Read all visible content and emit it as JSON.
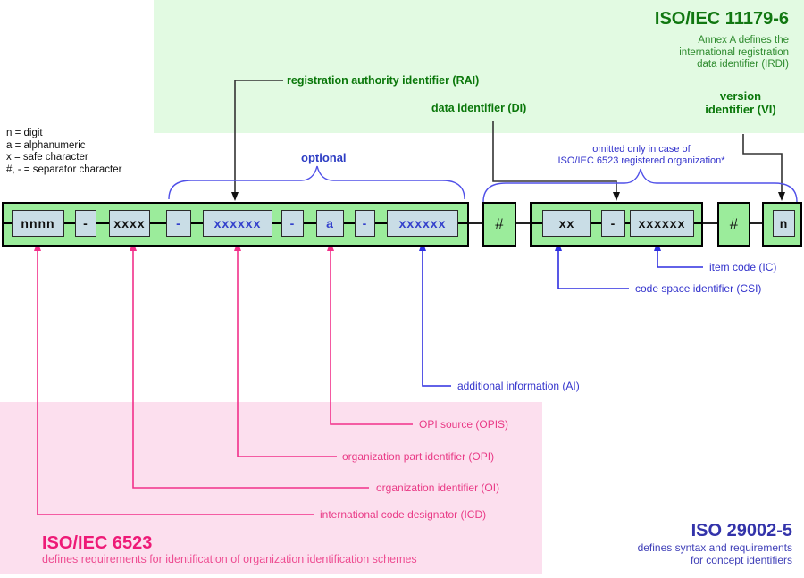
{
  "panels": {
    "iso11179": {
      "title": "ISO/IEC 11179-6",
      "subtitle_lines": [
        "Annex A defines the",
        "international registration",
        "data identifier (IRDI)"
      ]
    },
    "iso6523": {
      "title": "ISO/IEC 6523",
      "subtitle": "defines requirements for identification of organization identification schemes"
    },
    "iso29002": {
      "title": "ISO 29002-5",
      "subtitle_lines": [
        "defines syntax and requirements",
        "for concept identifiers"
      ]
    }
  },
  "legend": {
    "lines": [
      "n = digit",
      "a = alphanumeric",
      "x = safe character",
      "#, - = separator character"
    ]
  },
  "annotations": {
    "rai": "registration authority identifier (RAI)",
    "di": "data identifier (DI)",
    "vi_lines": [
      "version",
      "identifier (VI)"
    ],
    "optional": "optional",
    "omitted_lines": [
      "omitted only in case of",
      "ISO/IEC 6523 registered organization*"
    ],
    "ai": "additional information (AI)",
    "opis": "OPI source (OPIS)",
    "opi": "organization part identifier (OPI)",
    "oi": "organization identifier (OI)",
    "icd": "international code designator (ICD)",
    "ic": "item code (IC)",
    "csi": "code space identifier (CSI)"
  },
  "identifier_row": {
    "group1_cells": [
      {
        "text": "nnnn",
        "optional": false
      },
      {
        "text": "-",
        "optional": false
      },
      {
        "text": "xxxx",
        "optional": false
      },
      {
        "text": "-",
        "optional": true
      },
      {
        "text": "xxxxxx",
        "optional": true
      },
      {
        "text": "-",
        "optional": true
      },
      {
        "text": "a",
        "optional": true
      },
      {
        "text": "-",
        "optional": true
      },
      {
        "text": "xxxxxx",
        "optional": true
      }
    ],
    "separator1": "#",
    "group2_cells": [
      {
        "text": "xx"
      },
      {
        "text": "-"
      },
      {
        "text": "xxxxxx"
      }
    ],
    "separator2": "#",
    "group3_cells": [
      {
        "text": "n"
      }
    ]
  },
  "colors": {
    "panel_green": "#e2fae2",
    "panel_pink": "#fcdfee",
    "box_green": "#9bec9b",
    "box_fill_blue": "#c9dde6",
    "green_text": "#117711",
    "blue_text": "#3333cc",
    "pink_text": "#ee1a77",
    "line_black": "#222222"
  }
}
